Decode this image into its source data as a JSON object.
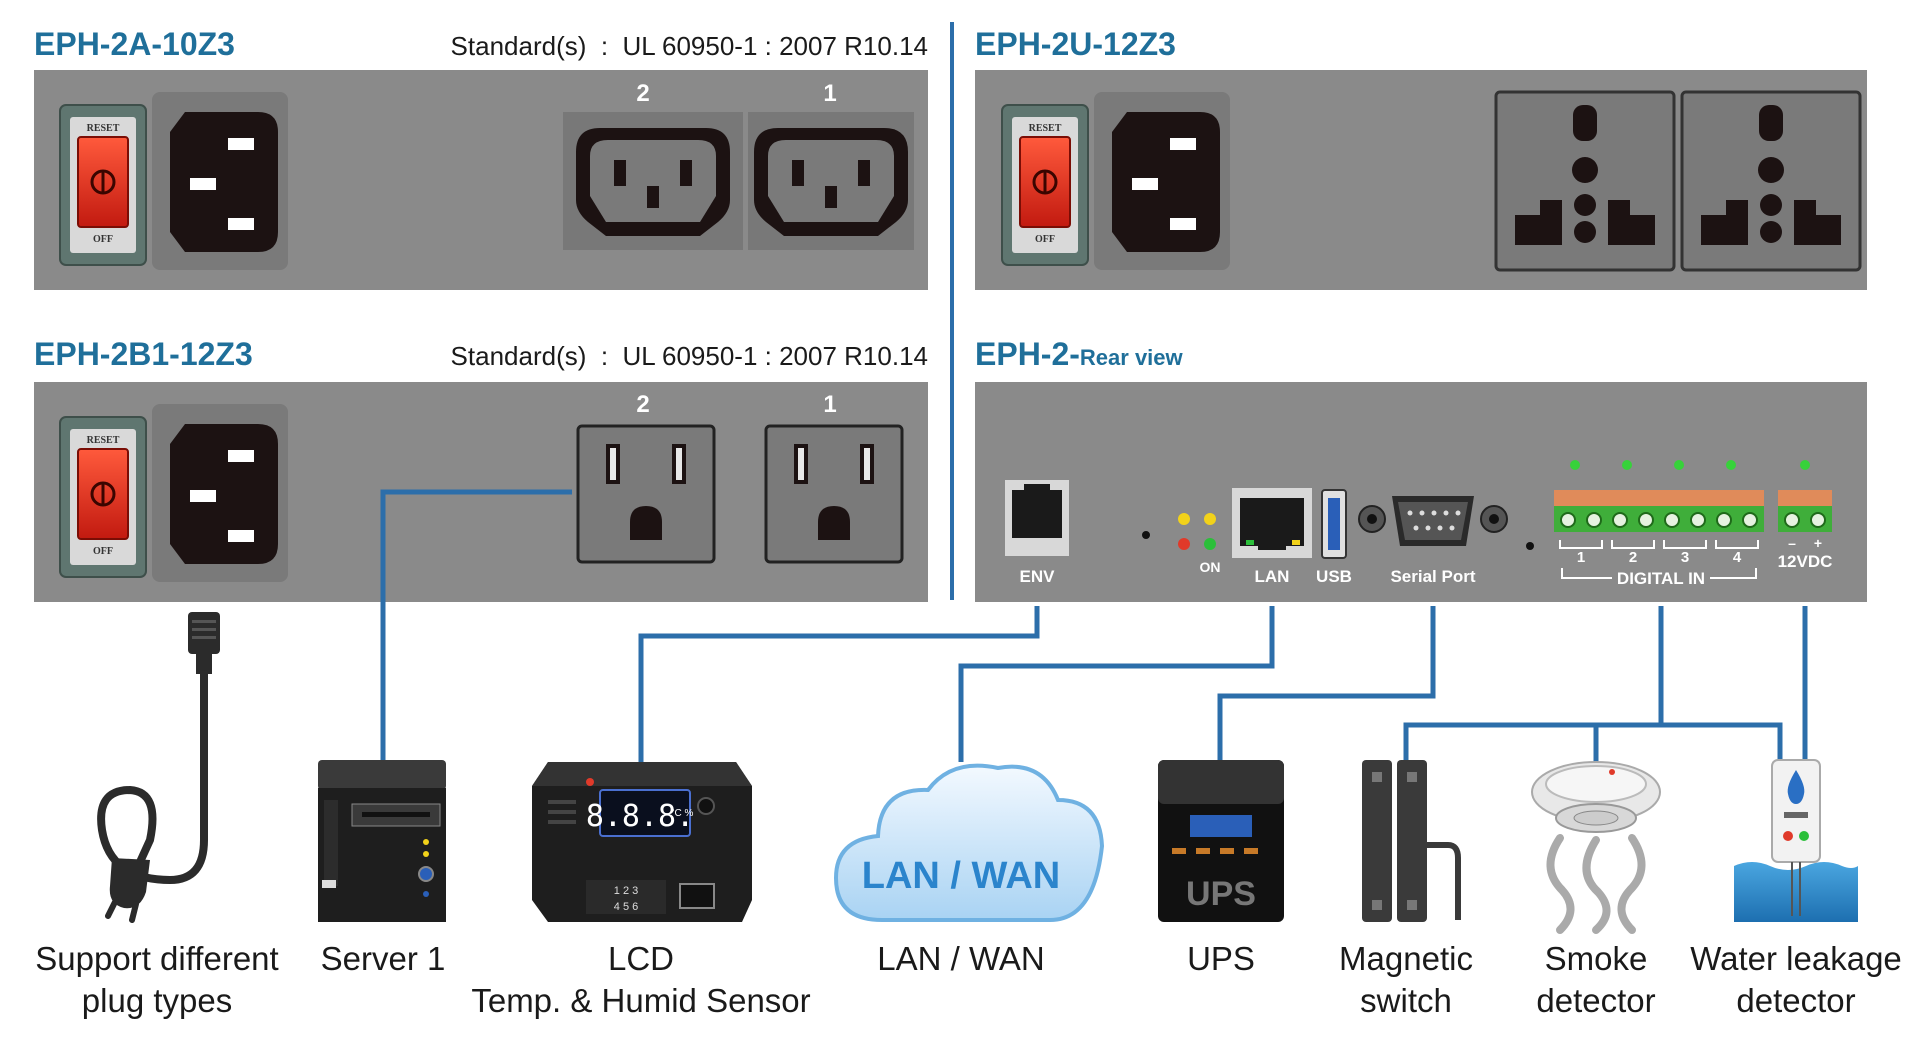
{
  "colors": {
    "panel": "#8a8a8a",
    "title": "#1f6f9a",
    "wire": "#2c6eaa",
    "cloud": "#3b8fd0"
  },
  "left_column": {
    "model_1": {
      "title": "EPH-2A-10Z3",
      "standard": "Standard(s)  :  UL 60950-1 : 2007 R10.14",
      "outlet_numbers": [
        "2",
        "1"
      ]
    },
    "model_2": {
      "title": "EPH-2B1-12Z3",
      "standard": "Standard(s)  :  UL 60950-1 : 2007 R10.14",
      "outlet_numbers": [
        "2",
        "1"
      ]
    },
    "switch_labels": {
      "top": "RESET",
      "bottom": "OFF"
    }
  },
  "right_column": {
    "model_3": {
      "title": "EPH-2U-12Z3"
    },
    "rear_view": {
      "title_main": "EPH-2-",
      "title_suffix": "Rear view",
      "ports": {
        "env": "ENV",
        "on": "ON",
        "lan": "LAN",
        "usb": "USB",
        "serial": "Serial Port",
        "digital_in": "DIGITAL IN",
        "digital_numbers": [
          "1",
          "2",
          "3",
          "4"
        ],
        "power": "12VDC",
        "power_polarity": [
          "–",
          "+"
        ]
      }
    }
  },
  "devices": {
    "plug": {
      "label_1": "Support different",
      "label_2": "plug types"
    },
    "server": {
      "label_1": "Server 1"
    },
    "lcd": {
      "label_1": "LCD",
      "label_2": "Temp. & Humid Sensor",
      "display": "8.8.8.",
      "units": "°C %",
      "keypad": [
        "1 2 3",
        "4 5 6"
      ]
    },
    "cloud": {
      "label_1": "LAN / WAN",
      "text": "LAN / WAN"
    },
    "ups": {
      "label_1": "UPS",
      "text": "UPS"
    },
    "magnetic": {
      "label_1": "Magnetic",
      "label_2": "switch"
    },
    "smoke": {
      "label_1": "Smoke",
      "label_2": "detector"
    },
    "water": {
      "label_1": "Water leakage",
      "label_2": "detector"
    }
  }
}
